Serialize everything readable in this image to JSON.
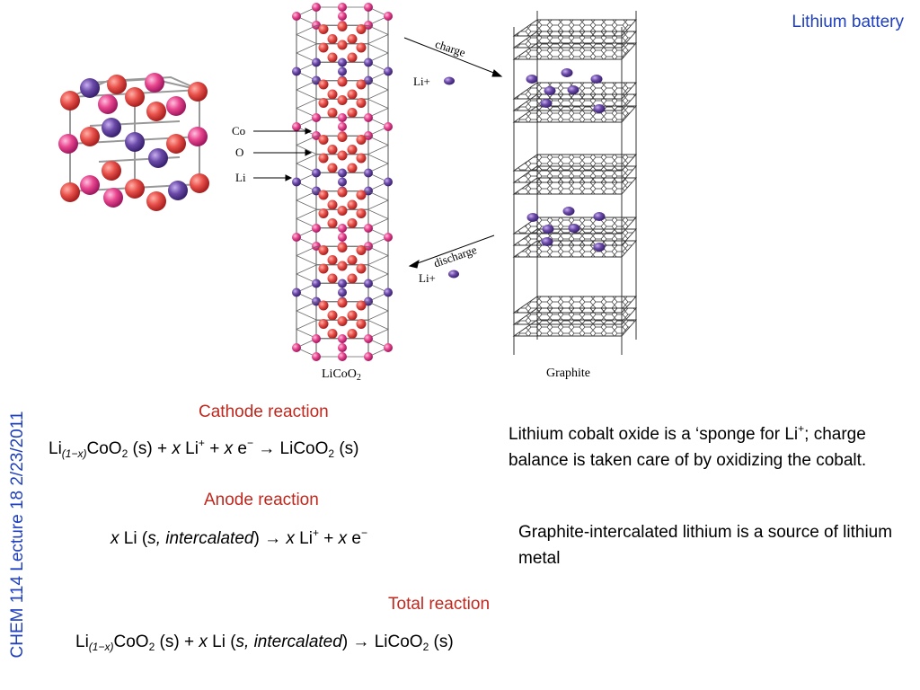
{
  "slide": {
    "title": "Lithium battery",
    "side_label": "CHEM 114 Lecture 18 2/23/2011"
  },
  "figure": {
    "labels": {
      "co": "Co",
      "o": "O",
      "li": "Li",
      "charge": "charge",
      "discharge": "discharge",
      "li_ion_top": "Li+",
      "li_ion_bottom": "Li+",
      "licoo2": "LiCoO",
      "licoo2_sub": "2",
      "graphite": "Graphite"
    }
  },
  "cathode": {
    "heading": "Cathode reaction",
    "eq": {
      "li": "Li",
      "sub": "(1−x)",
      "coo": "CoO",
      "two": "2",
      "s1": " (s) + ",
      "x1": "x",
      "li2": " Li",
      "plus": "+",
      "mid": " + ",
      "x2": "x",
      "e": " e",
      "minus": "−",
      "arrow": "  → LiCoO",
      "two2": "2",
      "s2": " (s)"
    }
  },
  "anode": {
    "heading": "Anode reaction",
    "eq": {
      "x": "x",
      "li": " Li (",
      "s": "s, intercalated",
      "close": ")  →  ",
      "x2": "x",
      "li2": " Li",
      "plus": "+",
      "mid": " + ",
      "x3": "x",
      "e": " e",
      "minus": "−"
    }
  },
  "total": {
    "heading": "Total reaction",
    "eq": {
      "li": "Li",
      "sub": "(1−x)",
      "coo": "CoO",
      "two": "2",
      "s1": " (s) + ",
      "x": "x",
      "li2": " Li (",
      "s": "s, intercalated",
      "close": ") →  LiCoO",
      "two2": "2",
      "s2": " (s)"
    }
  },
  "notes": {
    "sponge": "Lithium cobalt oxide is a ‘sponge for Li",
    "sponge_sup": "+",
    "sponge_rest": "; charge balance is taken care of by oxidizing the cobalt.",
    "graphite": "Graphite-intercalated lithium is a source of lithium metal"
  },
  "colors": {
    "accent_blue": "#1f3fbf",
    "heading_red": "#c0281e",
    "cobalt_pink": "#e8468e",
    "oxygen_red": "#e8504a",
    "lithium_purple": "#6b4aa8"
  }
}
